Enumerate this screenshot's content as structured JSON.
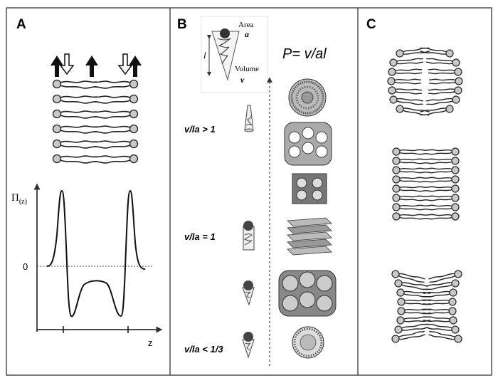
{
  "panels": {
    "a": {
      "letter": "A",
      "y_axis_label": "Π",
      "y_axis_sub": "(z)",
      "zero_label": "0",
      "x_axis_label": "z"
    },
    "b": {
      "letter": "B",
      "area_label": "Area",
      "area_symbol": "a",
      "volume_label": "Volume",
      "volume_symbol": "v",
      "length_symbol": "l",
      "parameter": "P= v/al",
      "conditions": [
        "v/la > 1",
        "v/la = 1",
        "v/la < 1/3"
      ]
    },
    "c": {
      "letter": "C"
    }
  },
  "colors": {
    "head_fill": "#c8c8c8",
    "outline": "#222222",
    "border": "#333333",
    "dashed": "#555555"
  },
  "icons": [
    "up-arrow-filled-icon",
    "up-arrow-open-icon"
  ]
}
